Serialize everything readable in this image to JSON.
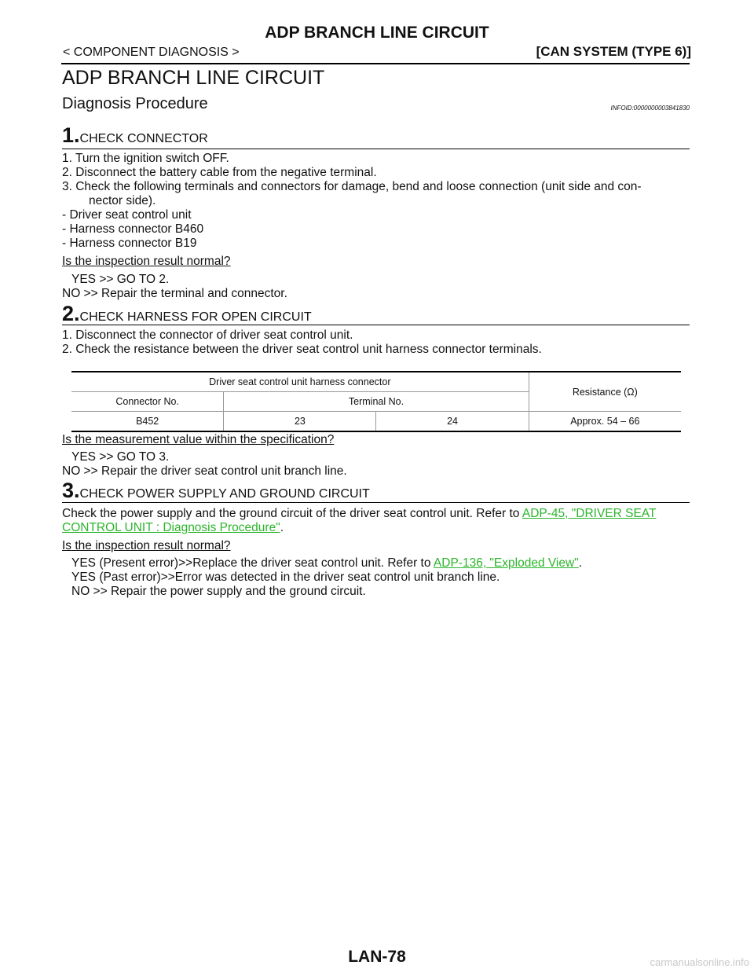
{
  "header": {
    "title": "ADP BRANCH LINE CIRCUIT",
    "section": "< COMPONENT DIAGNOSIS >",
    "system": "[CAN SYSTEM (TYPE 6)]"
  },
  "page_title": "ADP BRANCH LINE CIRCUIT",
  "procedure_title": "Diagnosis Procedure",
  "info_id": "INFOID:0000000003841830",
  "step1": {
    "num": "1.",
    "title": "CHECK CONNECTOR",
    "lines": [
      "1.   Turn the ignition switch OFF.",
      "2.   Disconnect the battery cable from the negative terminal.",
      "3.   Check the following terminals and connectors for damage, bend and loose connection (unit side and con-",
      "nector side).",
      "-    Driver seat control unit",
      "-    Harness connector B460",
      "-    Harness connector B19"
    ],
    "question": "Is the inspection result normal?",
    "yes": "YES     >> GO TO 2.",
    "no": "NO      >> Repair the terminal and connector."
  },
  "step2": {
    "num": "2.",
    "title": "CHECK HARNESS FOR OPEN CIRCUIT",
    "lines": [
      "1.   Disconnect the connector of driver seat control unit.",
      "2.   Check the resistance between the driver seat control unit harness connector terminals."
    ],
    "table": {
      "group_header": "Driver seat control unit harness connector",
      "resistance_header": "Resistance (Ω)",
      "connector_header": "Connector No.",
      "terminal_header": "Terminal No.",
      "row": {
        "connector": "B452",
        "term1": "23",
        "term2": "24",
        "resistance": "Approx. 54 – 66"
      }
    },
    "question": "Is the measurement value within the specification?",
    "yes": "YES     >> GO TO 3.",
    "no": "NO      >> Repair the driver seat control unit branch line."
  },
  "step3": {
    "num": "3.",
    "title": "CHECK POWER SUPPLY AND GROUND CIRCUIT",
    "text_a": "Check the power supply and the ground circuit of the driver seat control unit. Refer to ",
    "link_a1": "ADP-45, \"DRIVER SEAT",
    "link_a2": "CONTROL UNIT : Diagnosis  Procedure\"",
    "period": ".",
    "question": "Is the inspection result normal?",
    "yes_present": "YES (Present error)>>Replace the driver seat control unit. Refer to ",
    "link_b": "ADP-136, \"Exploded View\"",
    "yes_past": "YES (Past error)>>Error was detected in the driver seat control unit branch line.",
    "no": "NO       >> Repair the power supply and the ground circuit."
  },
  "footer": {
    "page": "LAN-78"
  },
  "watermark": "carmanualsonline.info"
}
